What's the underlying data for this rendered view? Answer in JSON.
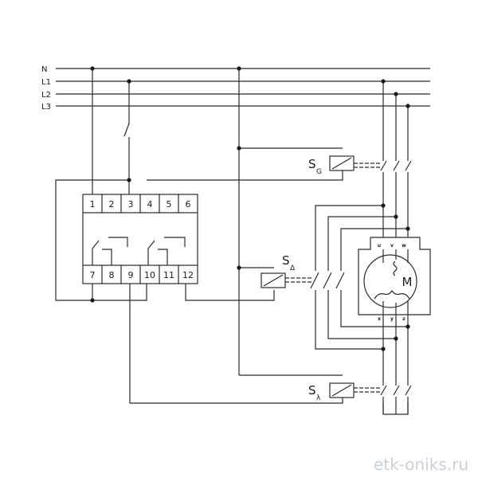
{
  "lines": {
    "n": "N",
    "l1": "L1",
    "l2": "L2",
    "l3": "L3"
  },
  "relay": {
    "terminals": [
      "1",
      "2",
      "3",
      "4",
      "5",
      "6",
      "7",
      "8",
      "9",
      "10",
      "11",
      "12"
    ]
  },
  "contactors": {
    "sg": {
      "letter": "S",
      "sub": "G"
    },
    "sd": {
      "letter": "S",
      "sub": "Δ"
    },
    "sy": {
      "letter": "S",
      "sub": "λ"
    }
  },
  "motor": {
    "label": "M",
    "top_terminals": [
      "u",
      "v",
      "w"
    ],
    "bottom_terminals": [
      "x",
      "y",
      "z"
    ]
  },
  "watermark": "etk-oniks.ru"
}
